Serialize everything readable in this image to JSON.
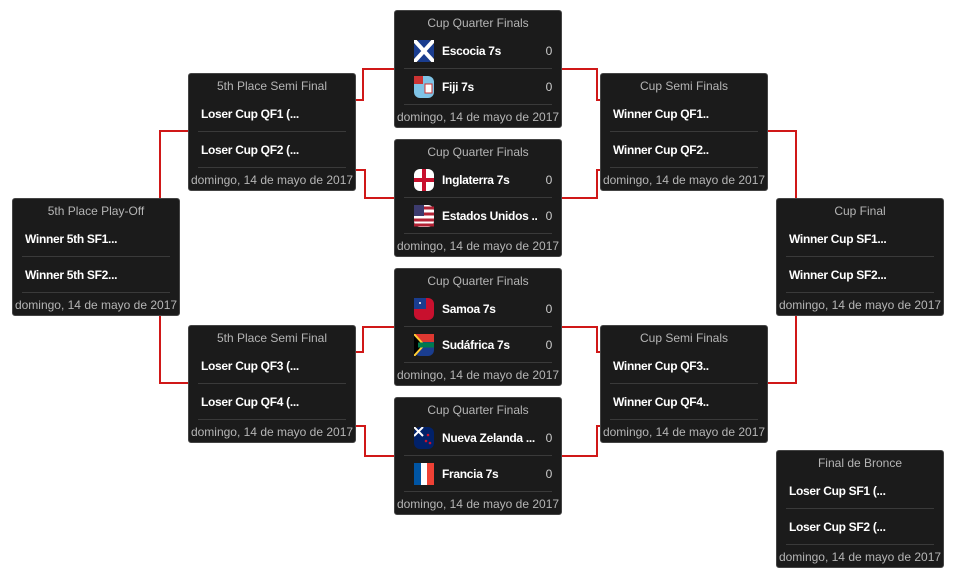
{
  "date": "domingo, 14 de mayo de 2017",
  "matches": [
    {
      "id": "qf1",
      "title": "Cup Quarter Finals",
      "teams": [
        {
          "name": "Escocia 7s",
          "score": "0",
          "flag": "scotland"
        },
        {
          "name": "Fiji 7s",
          "score": "0",
          "flag": "fiji"
        }
      ],
      "date": "domingo, 14 de mayo de 2017"
    },
    {
      "id": "qf2",
      "title": "Cup Quarter Finals",
      "teams": [
        {
          "name": "Inglaterra 7s",
          "score": "0",
          "flag": "england"
        },
        {
          "name": "Estados Unidos ...",
          "score": "0",
          "flag": "usa"
        }
      ],
      "date": "domingo, 14 de mayo de 2017"
    },
    {
      "id": "qf3",
      "title": "Cup Quarter Finals",
      "teams": [
        {
          "name": "Samoa 7s",
          "score": "0",
          "flag": "samoa"
        },
        {
          "name": "Sudáfrica 7s",
          "score": "0",
          "flag": "south-africa"
        }
      ],
      "date": "domingo, 14 de mayo de 2017"
    },
    {
      "id": "qf4",
      "title": "Cup Quarter Finals",
      "teams": [
        {
          "name": "Nueva Zelanda ...",
          "score": "0",
          "flag": "new-zealand"
        },
        {
          "name": "Francia 7s",
          "score": "0",
          "flag": "france"
        }
      ],
      "date": "domingo, 14 de mayo de 2017"
    },
    {
      "id": "p5sf1",
      "title": "5th Place Semi Final",
      "teams": [
        {
          "name": "Loser Cup QF1 (..."
        },
        {
          "name": "Loser Cup QF2 (..."
        }
      ],
      "date": "domingo, 14 de mayo de 2017"
    },
    {
      "id": "p5sf2",
      "title": "5th Place Semi Final",
      "teams": [
        {
          "name": "Loser Cup QF3 (..."
        },
        {
          "name": "Loser Cup QF4 (..."
        }
      ],
      "date": "domingo, 14 de mayo de 2017"
    },
    {
      "id": "p5po",
      "title": "5th Place Play-Off",
      "teams": [
        {
          "name": "Winner 5th SF1..."
        },
        {
          "name": "Winner 5th SF2..."
        }
      ],
      "date": "domingo, 14 de mayo de 2017"
    },
    {
      "id": "csf1",
      "title": "Cup Semi Finals",
      "teams": [
        {
          "name": "Winner Cup QF1.."
        },
        {
          "name": "Winner Cup QF2.."
        }
      ],
      "date": "domingo, 14 de mayo de 2017"
    },
    {
      "id": "csf2",
      "title": "Cup Semi Finals",
      "teams": [
        {
          "name": "Winner Cup QF3.."
        },
        {
          "name": "Winner Cup QF4.."
        }
      ],
      "date": "domingo, 14 de mayo de 2017"
    },
    {
      "id": "cf",
      "title": "Cup Final",
      "teams": [
        {
          "name": "Winner Cup SF1..."
        },
        {
          "name": "Winner Cup SF2..."
        }
      ],
      "date": "domingo, 14 de mayo de 2017"
    },
    {
      "id": "bronze",
      "title": "Final de Bronce",
      "teams": [
        {
          "name": "Loser Cup SF1 (..."
        },
        {
          "name": "Loser Cup SF2 (..."
        }
      ],
      "date": "domingo, 14 de mayo de 2017"
    }
  ],
  "colors": {
    "connector": "#d01818",
    "card": "#1b1b1b"
  }
}
